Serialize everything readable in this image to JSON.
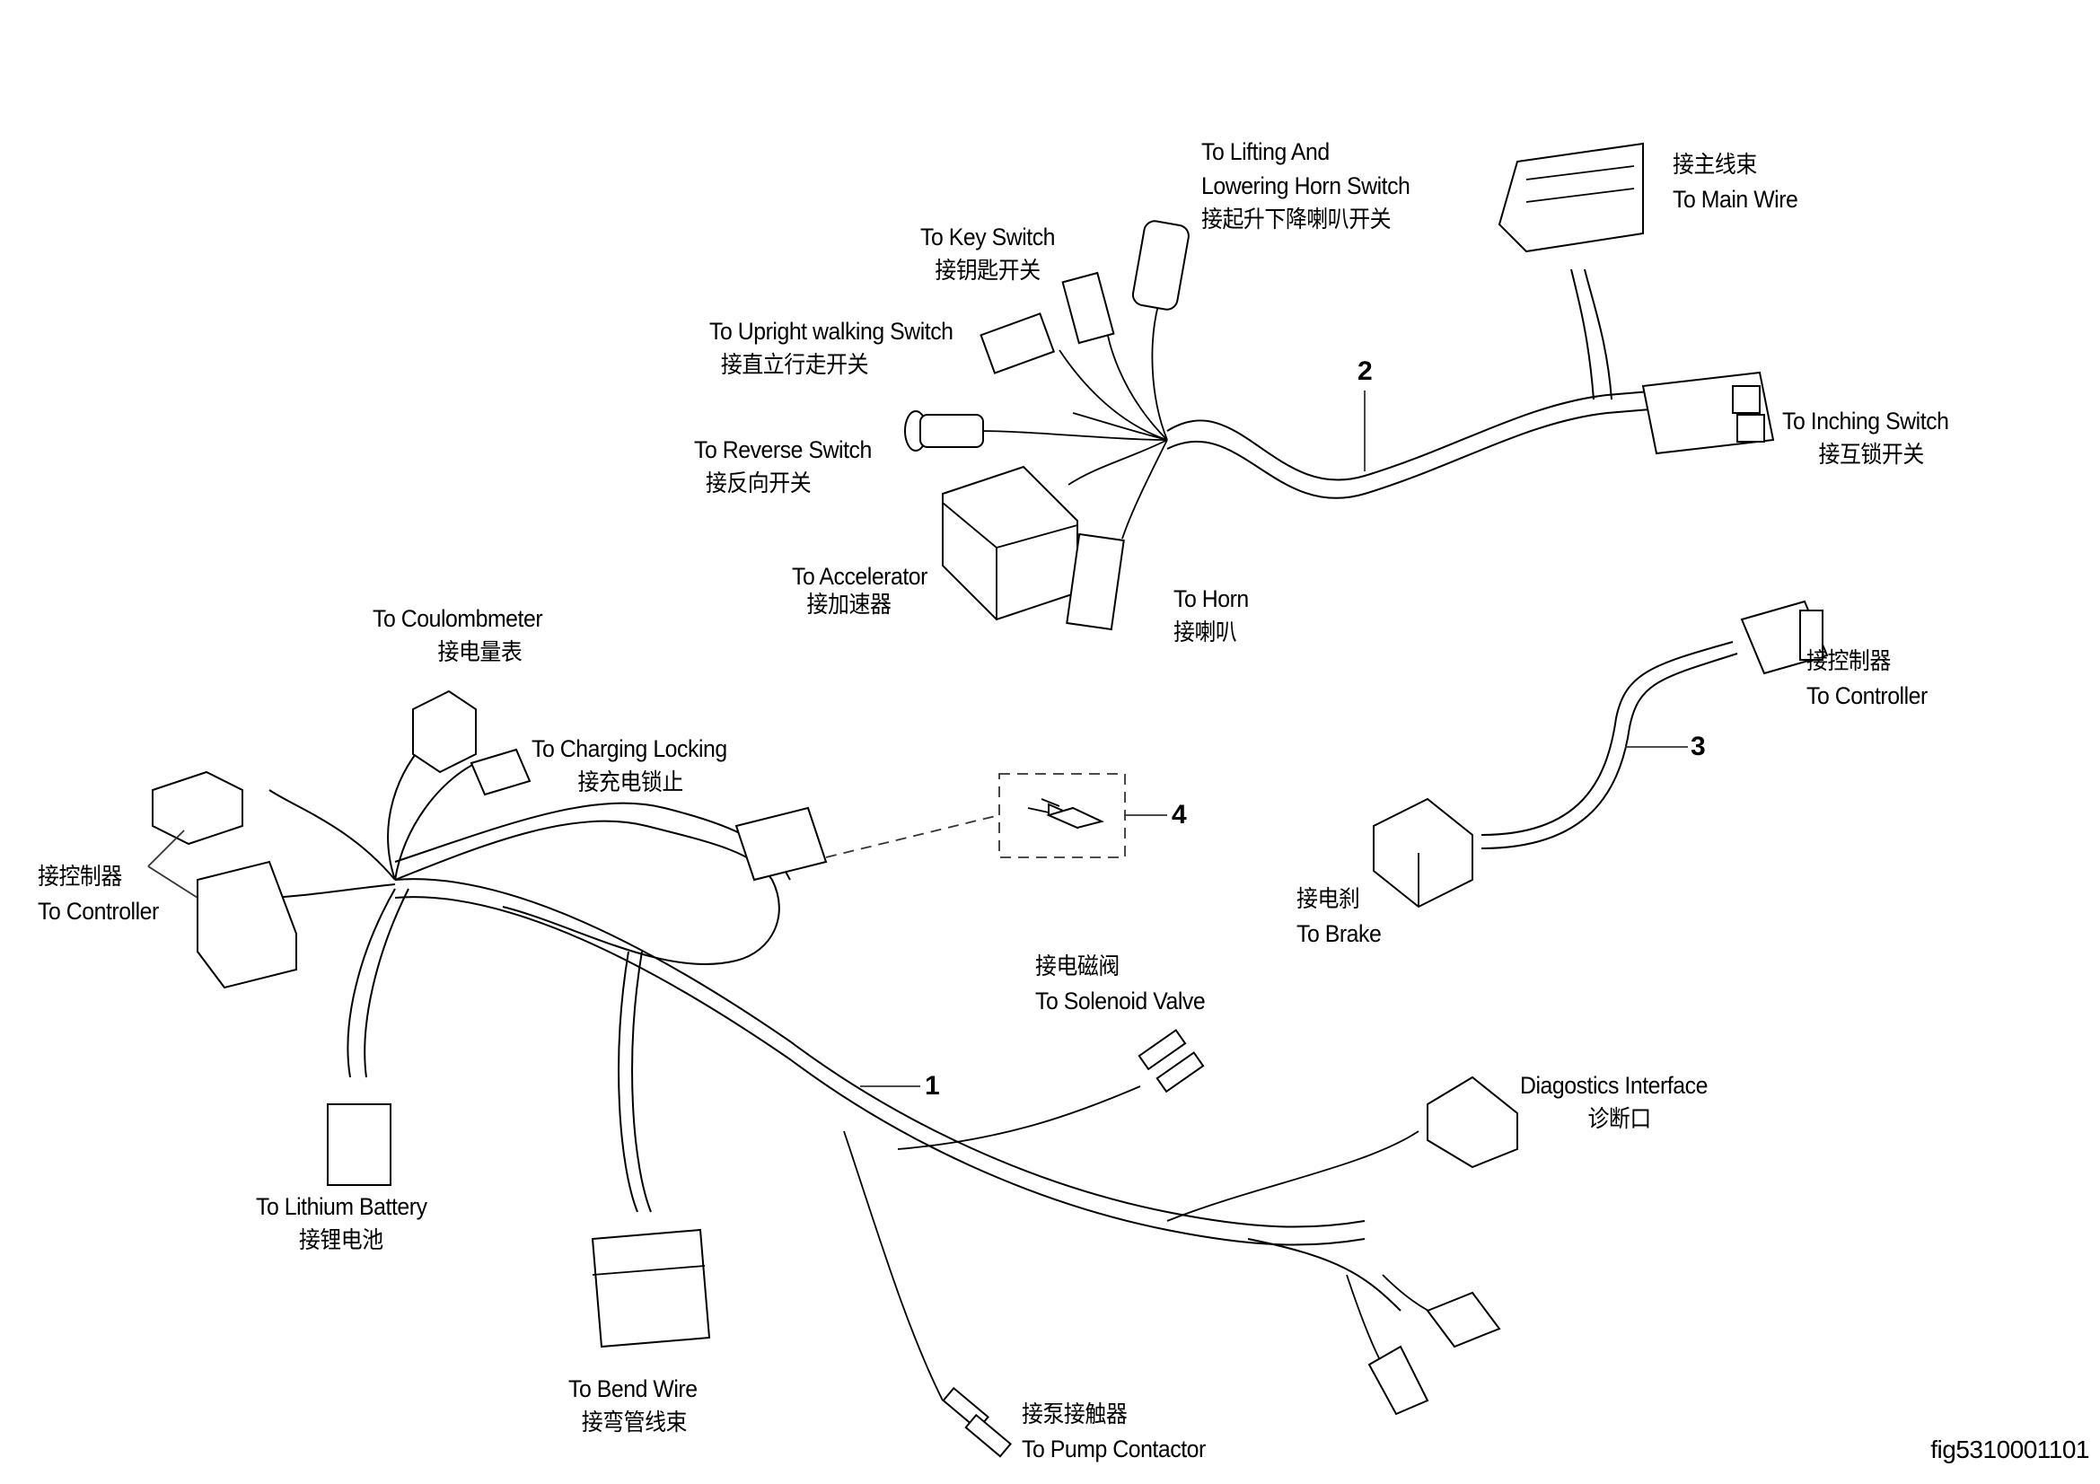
{
  "figure_id": "fig5310001101",
  "callouts": [
    "1",
    "2",
    "3",
    "4"
  ],
  "labels": {
    "lifting_lowering_horn_switch": {
      "en": "To Lifting And",
      "en2": "Lowering Horn Switch",
      "zh": "接起升下降喇叭开关"
    },
    "key_switch": {
      "en": "To Key Switch",
      "zh": "接钥匙开关"
    },
    "upright_walking_switch": {
      "en": "To Upright walking Switch",
      "zh": "接直立行走开关"
    },
    "reverse_switch": {
      "en": "To Reverse Switch",
      "zh": "接反向开关"
    },
    "accelerator": {
      "en": "To Accelerator",
      "zh": "接加速器"
    },
    "horn": {
      "en": "To Horn",
      "zh": "接喇叭"
    },
    "main_wire": {
      "zh": "接主线束",
      "en": "To Main Wire"
    },
    "inching_switch": {
      "en": "To  Inching Switch",
      "zh": "接互锁开关"
    },
    "controller_right": {
      "zh": "接控制器",
      "en": "To Controller"
    },
    "brake": {
      "zh": "接电刹",
      "en": "To Brake"
    },
    "coulombmeter": {
      "en": "To Coulombmeter",
      "zh": "接电量表"
    },
    "charging_locking": {
      "en": "To Charging Locking",
      "zh": "接充电锁止"
    },
    "controller_left": {
      "zh": "接控制器",
      "en": "To Controller"
    },
    "lithium_battery": {
      "en": "To Lithium Battery",
      "zh": "接锂电池"
    },
    "solenoid_valve": {
      "zh": "接电磁阀",
      "en": "To Solenoid Valve"
    },
    "diagnostics_interface": {
      "en": "Diagostics Interface",
      "zh": "诊断口"
    },
    "bend_wire": {
      "en": "To Bend Wire",
      "zh": "接弯管线束"
    },
    "pump_contactor": {
      "zh": "接泵接触器",
      "en": "To Pump Contactor"
    }
  }
}
